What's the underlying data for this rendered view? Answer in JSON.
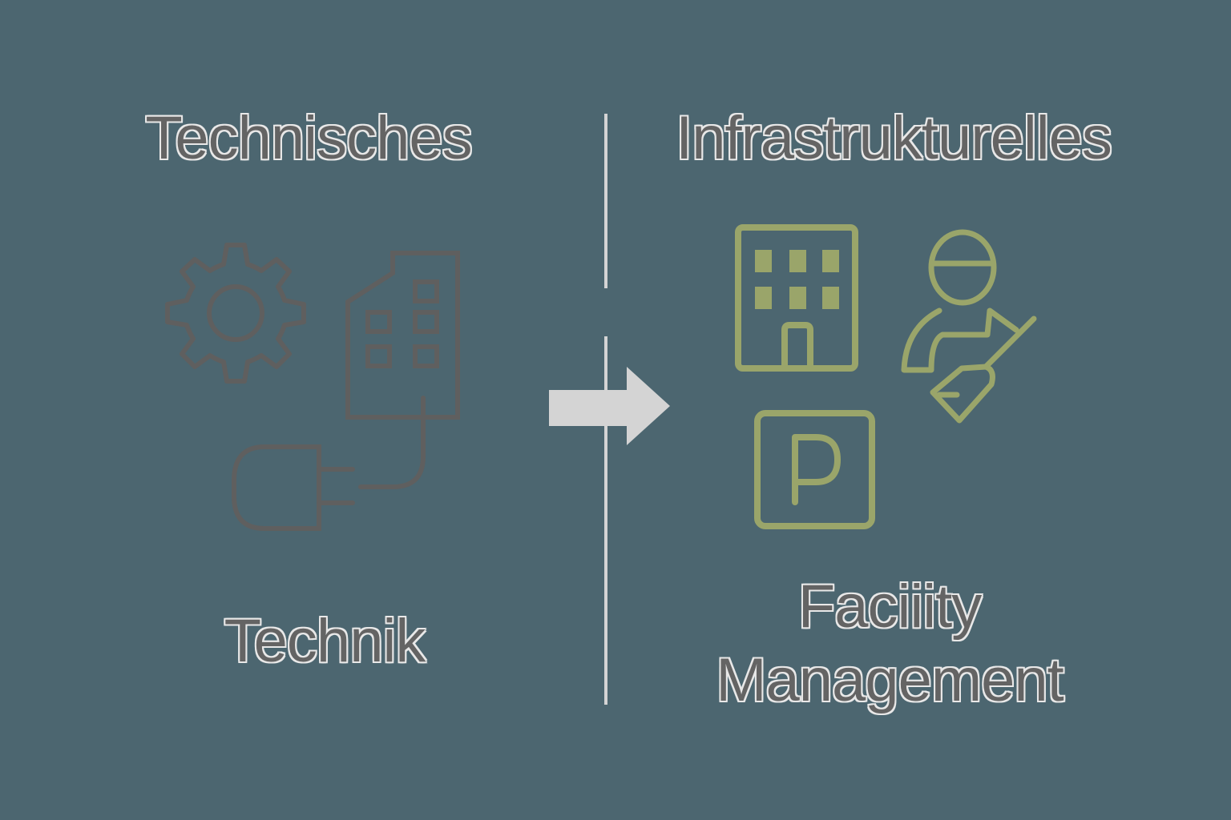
{
  "left": {
    "title": "Technisches",
    "footer": "Technik",
    "icons": [
      "gear-icon",
      "building-icon",
      "power-plug-icon"
    ],
    "stroke_color": "#5f5f5f"
  },
  "right": {
    "title": "Infrastrukturelles",
    "footer_line1": "Faciiity",
    "footer_line2": "Management",
    "icons": [
      "office-building-icon",
      "cleaning-worker-icon",
      "parking-icon"
    ],
    "stroke_color": "#9aa56a",
    "parking_letter": "P"
  },
  "arrow": {
    "direction": "right",
    "color": "#d4d4d4"
  },
  "colors": {
    "background": "#4c6670",
    "text_fill": "#646464",
    "text_outline": "#e8e8e8",
    "divider": "#d4d4d4"
  }
}
